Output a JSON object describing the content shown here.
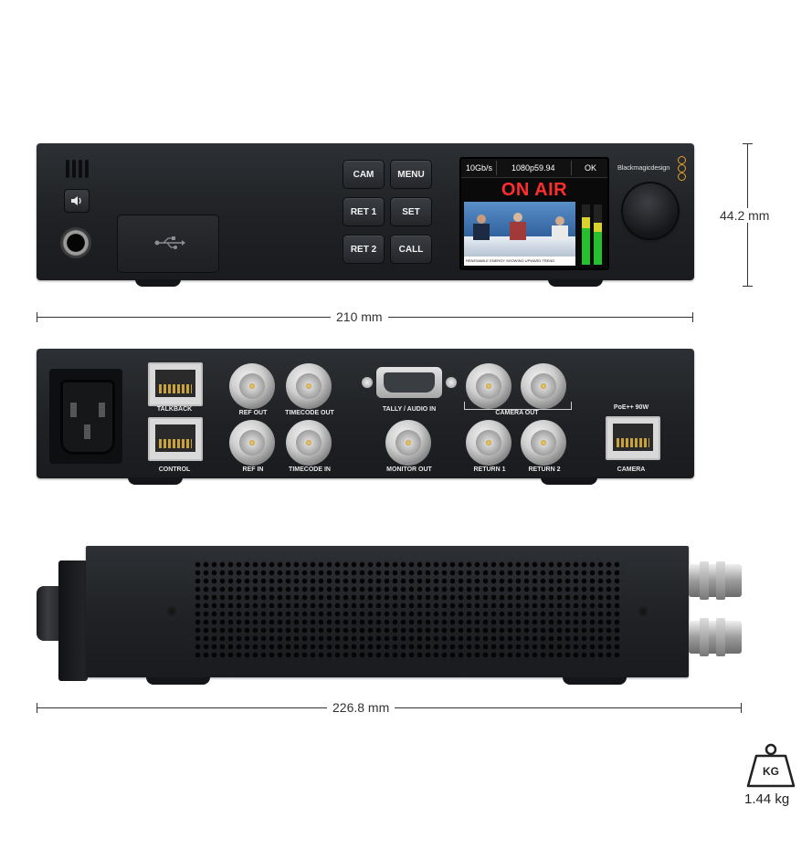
{
  "front": {
    "buttons": {
      "cam": "CAM",
      "menu": "MENU",
      "ret1": "RET 1",
      "set": "SET",
      "ret2": "RET 2",
      "call": "CALL"
    },
    "lcd": {
      "bitrate": "10Gb/s",
      "format": "1080p59.94",
      "status": "OK",
      "banner": "ON AIR",
      "ticker": "RENEWABLE ENERGY SHOWING UPWARD TREND"
    },
    "brand": "Blackmagicdesign",
    "icons": [
      "speaker-grille-icon",
      "speaker-icon",
      "headphone-jack-icon",
      "usb-icon",
      "knob-icon"
    ]
  },
  "rear": {
    "labels": {
      "talkback": "TALKBACK",
      "control": "CONTROL",
      "ref_out": "REF OUT",
      "ref_in": "REF IN",
      "timecode_out": "TIMECODE OUT",
      "timecode_in": "TIMECODE IN",
      "tally_audio_in": "TALLY / AUDIO IN",
      "monitor_out": "MONITOR OUT",
      "camera_out": "CAMERA OUT",
      "return1": "RETURN 1",
      "return2": "RETURN 2",
      "poe": "PoE++ 90W",
      "camera": "CAMERA"
    }
  },
  "dimensions": {
    "height": "44.2 mm",
    "width": "210 mm",
    "depth": "226.8 mm",
    "weight_badge": "KG",
    "weight": "1.44 kg"
  }
}
